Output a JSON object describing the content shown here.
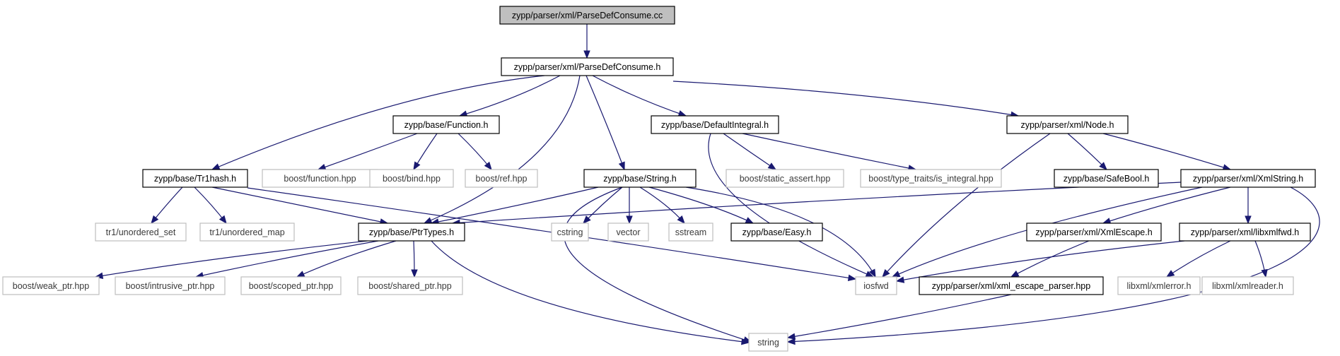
{
  "diagram": {
    "edge_color": "#191970",
    "root_fill": "#bfbfbf",
    "external_border": "#bfbfbf",
    "nodes": [
      {
        "id": "root",
        "label": "zypp/parser/xml/ParseDefConsume.cc",
        "kind": "root"
      },
      {
        "id": "pdh",
        "label": "zypp/parser/xml/ParseDefConsume.h",
        "kind": "local"
      },
      {
        "id": "fn",
        "label": "zypp/base/Function.h",
        "kind": "local"
      },
      {
        "id": "di",
        "label": "zypp/base/DefaultIntegral.h",
        "kind": "local"
      },
      {
        "id": "node",
        "label": "zypp/parser/xml/Node.h",
        "kind": "local"
      },
      {
        "id": "tr1",
        "label": "zypp/base/Tr1hash.h",
        "kind": "local"
      },
      {
        "id": "bfunc",
        "label": "boost/function.hpp",
        "kind": "external"
      },
      {
        "id": "bbind",
        "label": "boost/bind.hpp",
        "kind": "external"
      },
      {
        "id": "bref",
        "label": "boost/ref.hpp",
        "kind": "external"
      },
      {
        "id": "str",
        "label": "zypp/base/String.h",
        "kind": "local"
      },
      {
        "id": "bsa",
        "label": "boost/static_assert.hpp",
        "kind": "external"
      },
      {
        "id": "bii",
        "label": "boost/type_traits/is_integral.hpp",
        "kind": "external"
      },
      {
        "id": "sb",
        "label": "zypp/base/SafeBool.h",
        "kind": "local"
      },
      {
        "id": "xs",
        "label": "zypp/parser/xml/XmlString.h",
        "kind": "local"
      },
      {
        "id": "tuset",
        "label": "tr1/unordered_set",
        "kind": "external"
      },
      {
        "id": "tumap",
        "label": "tr1/unordered_map",
        "kind": "external"
      },
      {
        "id": "ptr",
        "label": "zypp/base/PtrTypes.h",
        "kind": "local"
      },
      {
        "id": "cstr",
        "label": "cstring",
        "kind": "external"
      },
      {
        "id": "vec",
        "label": "vector",
        "kind": "external"
      },
      {
        "id": "sstr",
        "label": "sstream",
        "kind": "external"
      },
      {
        "id": "easy",
        "label": "zypp/base/Easy.h",
        "kind": "local"
      },
      {
        "id": "xe",
        "label": "zypp/parser/xml/XmlEscape.h",
        "kind": "local"
      },
      {
        "id": "lfwd",
        "label": "zypp/parser/xml/libxmlfwd.h",
        "kind": "local"
      },
      {
        "id": "bweak",
        "label": "boost/weak_ptr.hpp",
        "kind": "external"
      },
      {
        "id": "bintr",
        "label": "boost/intrusive_ptr.hpp",
        "kind": "external"
      },
      {
        "id": "bscop",
        "label": "boost/scoped_ptr.hpp",
        "kind": "external"
      },
      {
        "id": "bshar",
        "label": "boost/shared_ptr.hpp",
        "kind": "external"
      },
      {
        "id": "iosfwd",
        "label": "iosfwd",
        "kind": "external"
      },
      {
        "id": "xep",
        "label": "zypp/parser/xml/xml_escape_parser.hpp",
        "kind": "local"
      },
      {
        "id": "lxerr",
        "label": "libxml/xmlerror.h",
        "kind": "external"
      },
      {
        "id": "lxrdr",
        "label": "libxml/xmlreader.h",
        "kind": "external"
      },
      {
        "id": "string",
        "label": "string",
        "kind": "external"
      }
    ],
    "edges": [
      {
        "from": "root",
        "to": "pdh"
      },
      {
        "from": "pdh",
        "to": "tr1"
      },
      {
        "from": "pdh",
        "to": "fn"
      },
      {
        "from": "pdh",
        "to": "ptr"
      },
      {
        "from": "pdh",
        "to": "str"
      },
      {
        "from": "pdh",
        "to": "di"
      },
      {
        "from": "pdh",
        "to": "node"
      },
      {
        "from": "fn",
        "to": "bfunc"
      },
      {
        "from": "fn",
        "to": "bbind"
      },
      {
        "from": "fn",
        "to": "bref"
      },
      {
        "from": "di",
        "to": "iosfwd"
      },
      {
        "from": "di",
        "to": "bsa"
      },
      {
        "from": "di",
        "to": "bii"
      },
      {
        "from": "node",
        "to": "iosfwd"
      },
      {
        "from": "node",
        "to": "sb"
      },
      {
        "from": "node",
        "to": "xs"
      },
      {
        "from": "tr1",
        "to": "tuset"
      },
      {
        "from": "tr1",
        "to": "tumap"
      },
      {
        "from": "tr1",
        "to": "ptr"
      },
      {
        "from": "tr1",
        "to": "iosfwd"
      },
      {
        "from": "str",
        "to": "ptr"
      },
      {
        "from": "str",
        "to": "cstr"
      },
      {
        "from": "str",
        "to": "vec"
      },
      {
        "from": "str",
        "to": "sstr"
      },
      {
        "from": "str",
        "to": "easy"
      },
      {
        "from": "str",
        "to": "iosfwd"
      },
      {
        "from": "str",
        "to": "string"
      },
      {
        "from": "xs",
        "to": "ptr"
      },
      {
        "from": "xs",
        "to": "iosfwd"
      },
      {
        "from": "xs",
        "to": "xe"
      },
      {
        "from": "xs",
        "to": "lfwd"
      },
      {
        "from": "xs",
        "to": "string"
      },
      {
        "from": "ptr",
        "to": "bweak"
      },
      {
        "from": "ptr",
        "to": "bintr"
      },
      {
        "from": "ptr",
        "to": "bscop"
      },
      {
        "from": "ptr",
        "to": "bshar"
      },
      {
        "from": "ptr",
        "to": "string"
      },
      {
        "from": "xe",
        "to": "xep"
      },
      {
        "from": "lfwd",
        "to": "iosfwd"
      },
      {
        "from": "lfwd",
        "to": "lxerr"
      },
      {
        "from": "lfwd",
        "to": "lxrdr"
      },
      {
        "from": "xep",
        "to": "string"
      }
    ]
  }
}
